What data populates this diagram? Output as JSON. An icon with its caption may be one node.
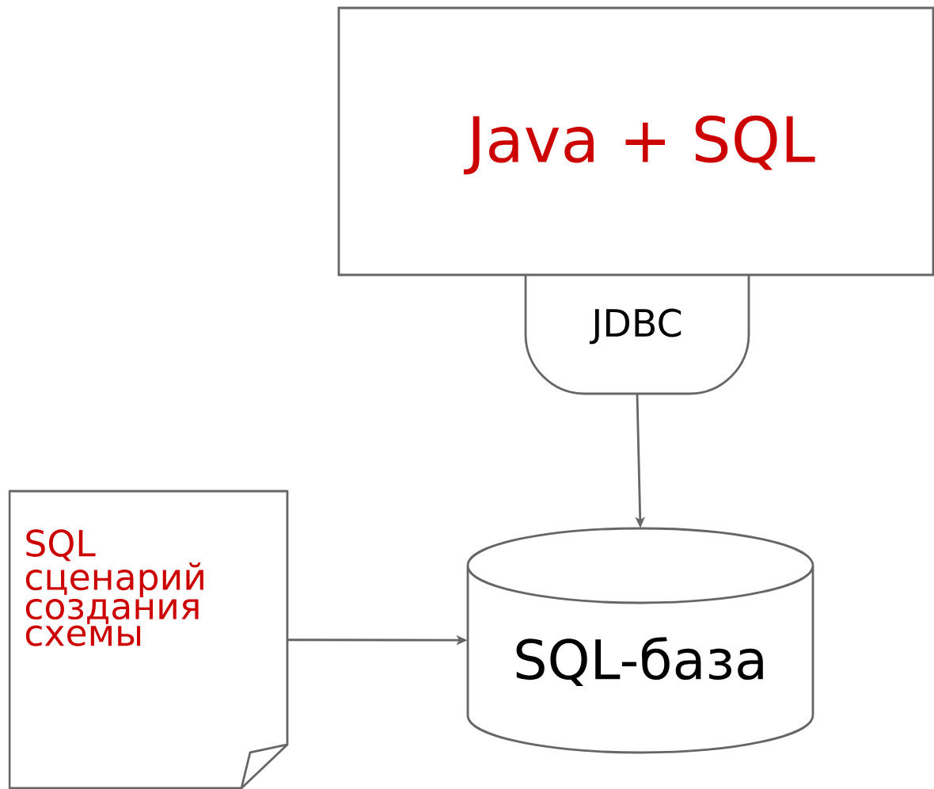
{
  "diagram": {
    "nodes": [
      {
        "text": [
          "Java + SQL"
        ]
      },
      {
        "text": [
          "JDBC"
        ]
      },
      {
        "text": [
          "SQL-база"
        ]
      },
      {
        "text": [
          "SQL сценарий создания схемы"
        ]
      }
    ],
    "edges": [
      {
        "from": 1,
        "to": 2,
        "arrow": "to"
      },
      {
        "from": 3,
        "to": 2,
        "arrow": "to"
      }
    ]
  }
}
